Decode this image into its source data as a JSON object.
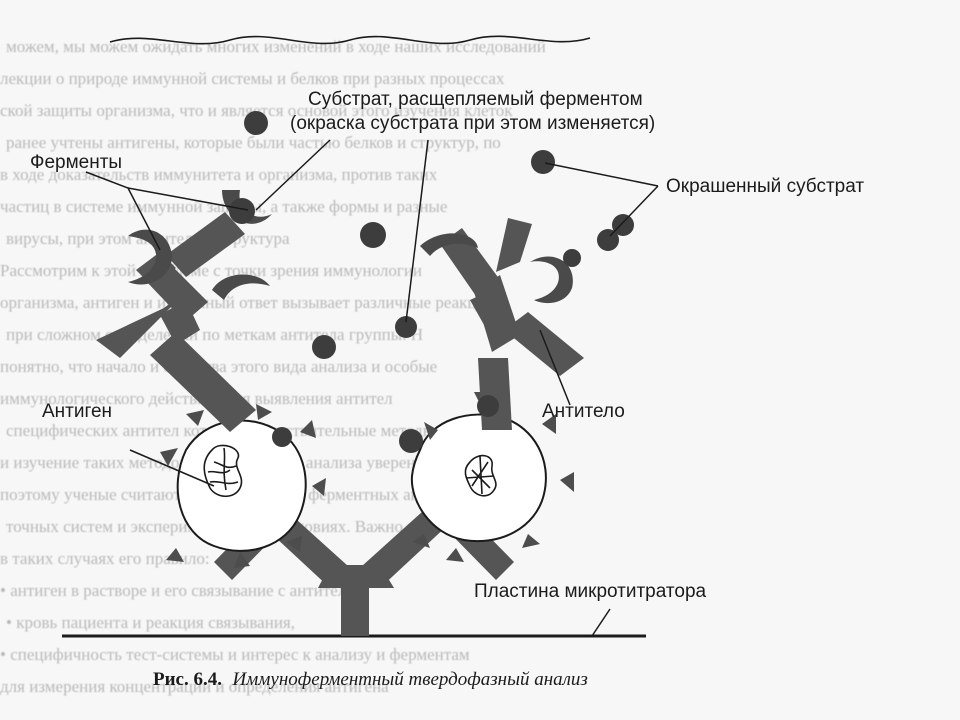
{
  "labels": {
    "substrate_line1": "Субстрат, расщепляемый ферментом",
    "substrate_line2": "(окраска субстрата при этом изменяется)",
    "enzymes": "Ферменты",
    "colored_substrate": "Окрашенный субстрат",
    "antigen": "Антиген",
    "antibody": "Антитело",
    "plate": "Пластина микротитратора"
  },
  "caption": {
    "number": "Рис. 6.4.",
    "title": "Иммуноферментный твердофазный анализ"
  },
  "background_text": [
    "можем, мы можем ожидать многих изменений в ходе наших исследований",
    "лекции о природе иммунной системы и белков при разных процессах",
    "ской защиты организма, что и является основой этого изучения клеток",
    "ранее учтены антигены, которые были частью белков и структур, по",
    "в ходе доказательств иммунитета и организма, против таких",
    "частиц в системе иммунной защиты, а также формы и разные",
    "вирусы, при этом антитела и структура",
    "   Рассмотрим к этой проблеме с точки зрения иммунологии",
    "организма, антиген и иммунный ответ вызывает различные реакции",
    "при сложном определении по меткам антитела группы. Н",
    "понятно, что начало и свойства этого вида анализа и особые",
    "иммунологического действия. Для выявления антител",
    "специфических антител которые и чувствительные методы. ИФА",
    "и изучение таких методов для иммунного анализа уверенно",
    "поэтому ученые считают, что применение ферментных антител",
    "точных систем и экспериментальных условиях. Важно применять",
    "в таких случаях его правило:",
    "   • антиген в растворе и его связывание с антителом,",
    "   • кровь пациента и реакция связывания,",
    "   • специфичность тест-системы и интерес к анализу и ферментам",
    "для измерения концентрации и определения антигена"
  ],
  "colors": {
    "ink": "#1b1b1b",
    "antibody": "#555555",
    "enzyme": "#4a4a4a",
    "substrate": "#3d3d3d",
    "cell_fill": "#ffffff"
  }
}
